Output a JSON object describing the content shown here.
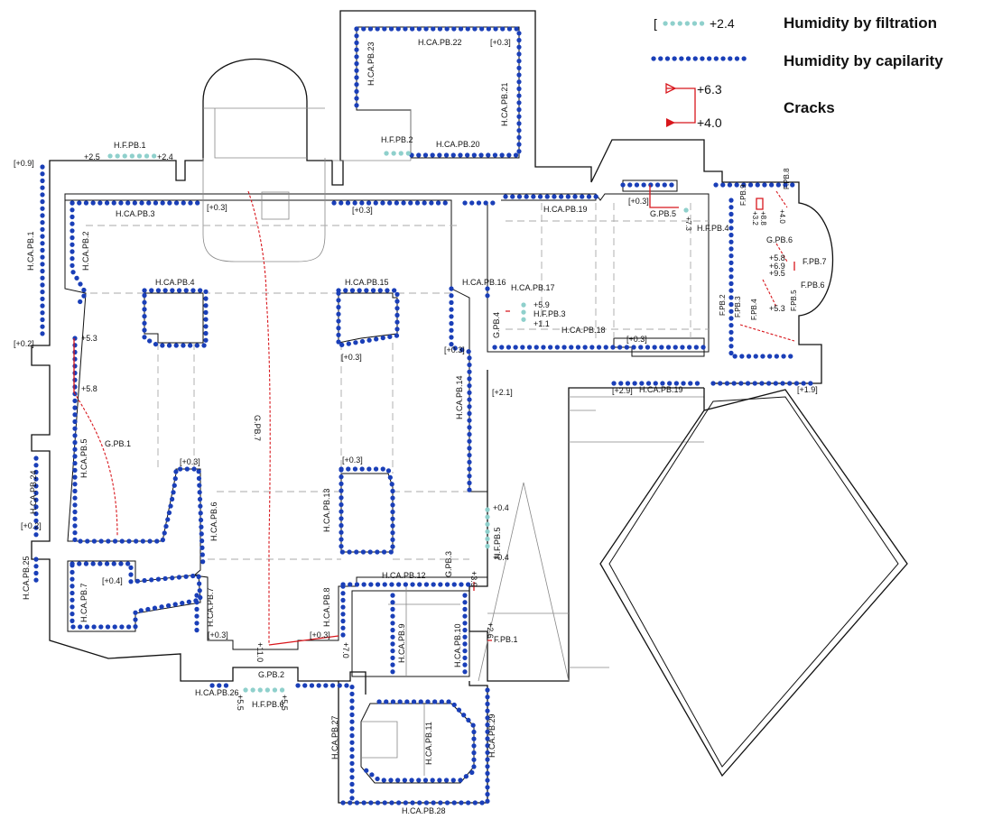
{
  "legend": {
    "filtration_label": "Humidity by filtration",
    "filtration_value": "+2.4",
    "capillarity_label": "Humidity by capilarity",
    "cracks_label": "Cracks",
    "cracks_value_top": "+6.3",
    "cracks_value_bottom": "+4.0"
  },
  "colors": {
    "capillarity": "#1a3fb8",
    "filtration": "#8fd0cc",
    "cracks": "#d8161c",
    "walls": "#111111"
  },
  "labels": {
    "hca_pb_1": "H.CA.PB.1",
    "hca_pb_2": "H.CA.PB.2",
    "hca_pb_3": "H.CA.PB.3",
    "hca_pb_4": "H.CA.PB.4",
    "hca_pb_5": "H.CA.PB.5",
    "hca_pb_6": "H.CA.PB.6",
    "hca_pb_7a": "H.CA.PB.7",
    "hca_pb_7b": "H.CA.PB.7",
    "hca_pb_8": "H.CA.PB.8",
    "hca_pb_9": "H.CA.PB.9",
    "hca_pb_10": "H.CA.PB.10",
    "hca_pb_11": "H.CA.PB.11",
    "hca_pb_12": "H.CA.PB.12",
    "hca_pb_13": "H.CA.PB.13",
    "hca_pb_14": "H.CA.PB.14",
    "hca_pb_15": "H.CA.PB.15",
    "hca_pb_16": "H.CA.PB.16",
    "hca_pb_17": "H.CA.PB.17",
    "hca_pb_18": "H.CA.PB.18",
    "hca_pb_19a": "H.CA.PB.19",
    "hca_pb_19b": "H.CA.PB.19",
    "hca_pb_20": "H.CA.PB.20",
    "hca_pb_21": "H.CA.PB.21",
    "hca_pb_22": "H.CA.PB.22",
    "hca_pb_23": "H.CA.PB.23",
    "hca_pb_24": "H.CA.PB.24",
    "hca_pb_25": "H.CA.PB.25",
    "hca_pb_26": "H.CA.PB.26",
    "hca_pb_27": "H.CA.PB.27",
    "hca_pb_28": "H.CA.PB.28",
    "hca_pb_29": "H.CA.PB.29",
    "hf_pb_1": "H.F.PB.1",
    "hf_pb_2": "H.F.PB.2",
    "hf_pb_3": "H.F.PB.3",
    "hf_pb_4": "H.F.PB.4",
    "hf_pb_5": "H.F.PB.5",
    "hf_pb_6": "H.F.PB.6",
    "g_pb_1": "G.PB.1",
    "g_pb_2": "G.PB.2",
    "g_pb_3": "G.PB.3",
    "g_pb_4": "G.PB.4",
    "g_pb_5": "G.PB.5",
    "g_pb_6": "G.PB.6",
    "g_pb_7": "G.PB.7",
    "f_pb_1": "F.PB.1",
    "f_pb_2": "F.PB.2",
    "f_pb_3": "F.PB.3",
    "f_pb_4": "F.PB.4",
    "f_pb_5": "F.PB.5",
    "f_pb_6": "F.PB.6",
    "f_pb_7": "F.PB.7",
    "f_pb_8": "F.PB.8",
    "f_pb_9": "F.PB.9"
  },
  "levels": {
    "lv_09": "[+0.9]",
    "lv_02a": "[+0.2]",
    "lv_02b": "[+0.2]",
    "lv_03_top": "[+0.3]",
    "lv_03_center": "[+0.3]",
    "lv_03_tower": "[+0.3]",
    "lv_03_mid": "[+0.3]",
    "lv_03_pier": "[+0.3]",
    "lv_03_left": "[+0.3]",
    "lv_03_chapel": "[+0.3]",
    "lv_03_chapel_bottom": "[+0.3]",
    "lv_03_bottom_left": "[+0.3]",
    "lv_03_bottom_mid": "[+0.3]",
    "lv_03_corridor": "[+0.3]",
    "lv_04": "[+0.4]",
    "lv_21": "[+2.1]",
    "lv_29": "[+2.9]",
    "lv_19": "[+1.9]"
  },
  "measurements": {
    "m_25": "+2.5",
    "m_24": "+2.4",
    "m_53a": "+5.3",
    "m_58a": "+5.8",
    "m_59": "+5.9",
    "m_11": "+1.1",
    "m_58b": "+5.8",
    "m_69": "+6.9",
    "m_95": "+9.5",
    "m_53b": "+5.3",
    "m_04a": "+0.4",
    "m_04b": "+0.4",
    "m_110": "+11.0",
    "m_70": "+7.0",
    "m_55a": "+5.5",
    "m_55b": "+5.5",
    "m_39": "+3.9",
    "m_26": "+2.6",
    "m_88": "+8.8",
    "m_32": "+3.2",
    "m_40": "+4.0",
    "m_73": "+7.3"
  }
}
